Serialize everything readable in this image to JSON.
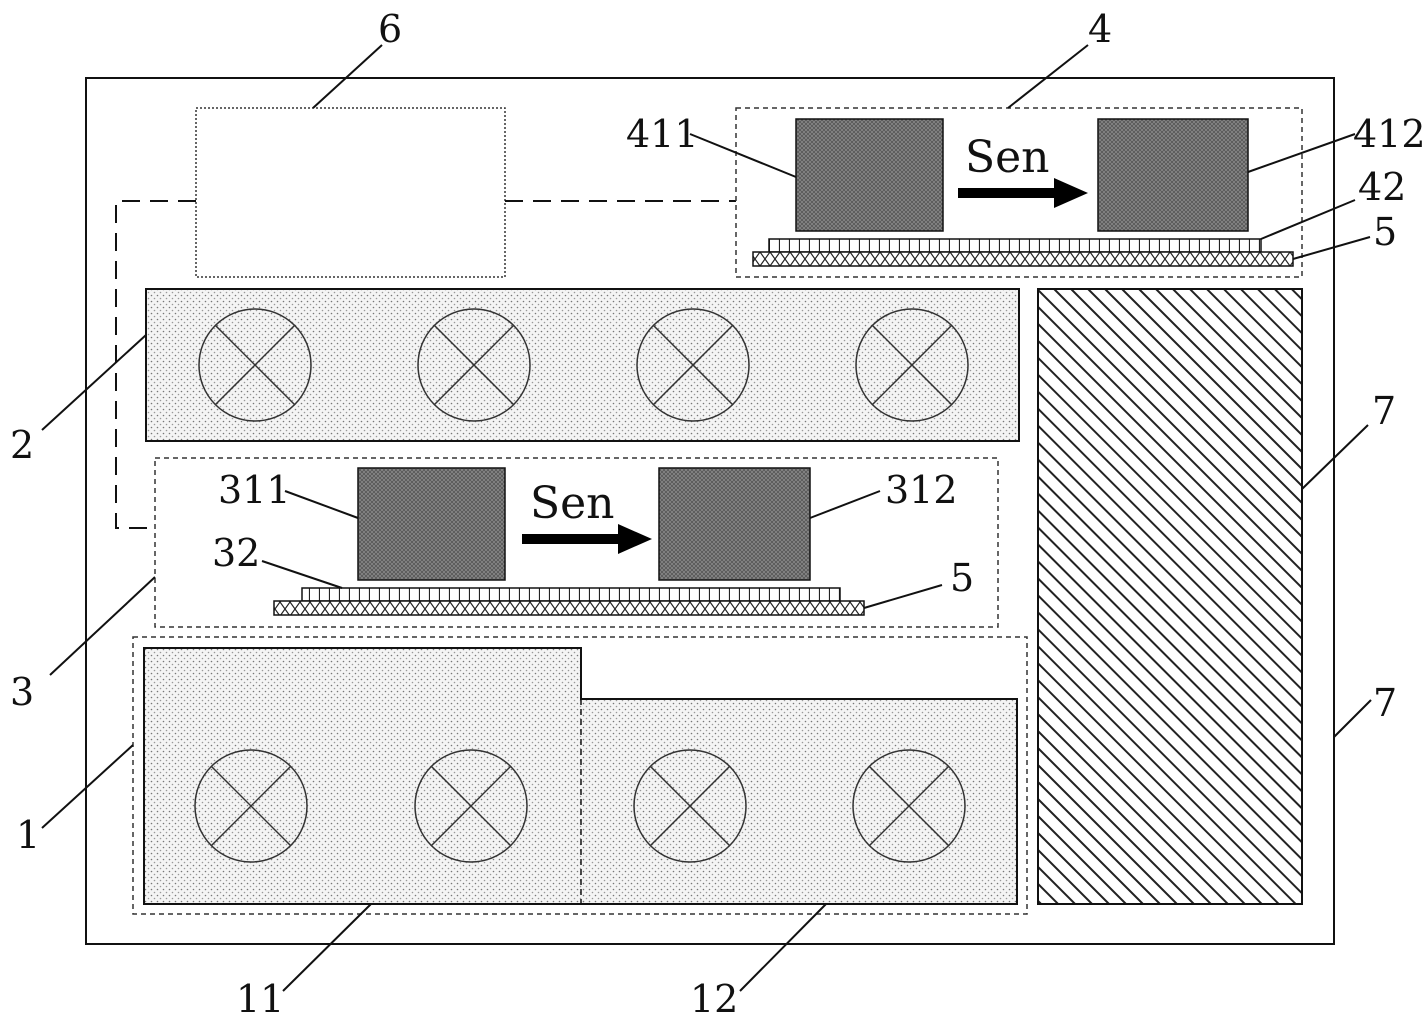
{
  "labels": {
    "l1": "1",
    "l2": "2",
    "l3": "3",
    "l4": "4",
    "l5a": "5",
    "l5b": "5",
    "l6": "6",
    "l7a": "7",
    "l7b": "7",
    "l11": "11",
    "l12": "12",
    "l32": "32",
    "l42": "42",
    "l311": "311",
    "l312": "312",
    "l411": "411",
    "l412": "412"
  },
  "sensor_text": {
    "top": "Sen",
    "middle": "Sen"
  }
}
